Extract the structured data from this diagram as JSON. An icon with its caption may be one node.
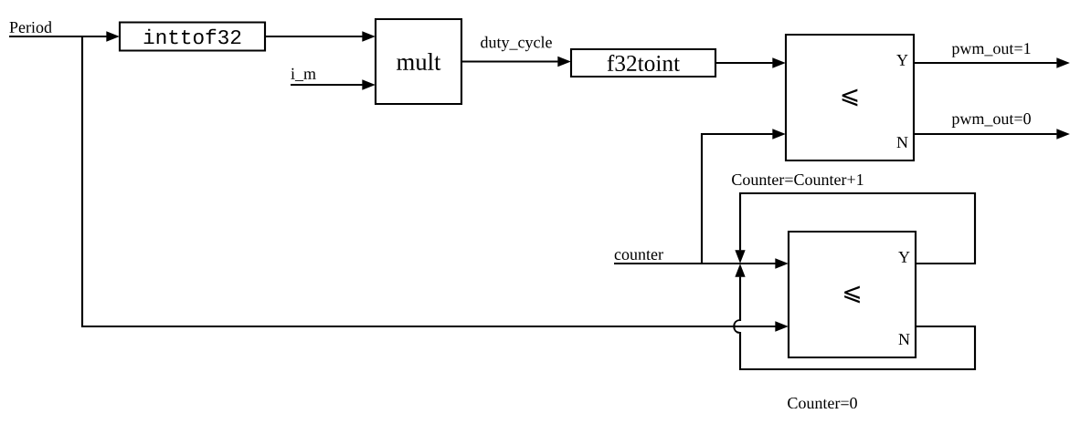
{
  "diagram": {
    "nodes": [
      {
        "text": [
          "Period"
        ]
      },
      {
        "text": [
          "inttof32"
        ]
      },
      {
        "text": [
          "i_m"
        ]
      },
      {
        "text": [
          "mult"
        ]
      },
      {
        "text": [
          "f32toint"
        ]
      },
      {
        "text": [
          "⩽",
          "Y",
          "N"
        ]
      },
      {
        "text": [
          "counter"
        ]
      },
      {
        "text": [
          "⩽",
          "Y",
          "N"
        ]
      }
    ],
    "edges": [
      {
        "from": 0,
        "to": 1,
        "arrow": "to"
      },
      {
        "from": 1,
        "to": 3,
        "arrow": "to"
      },
      {
        "from": 2,
        "to": 3,
        "arrow": "to"
      },
      {
        "from": 3,
        "to": 4,
        "arrow": "to",
        "label": "duty_cycle"
      },
      {
        "from": 4,
        "to": 5,
        "arrow": "to"
      },
      {
        "from": 5,
        "to": null,
        "arrow": "to",
        "label": "pwm_out=1"
      },
      {
        "from": 5,
        "to": null,
        "arrow": "to",
        "label": "pwm_out=0"
      },
      {
        "from": 6,
        "to": 5,
        "arrow": "to"
      },
      {
        "from": 6,
        "to": 7,
        "arrow": "to"
      },
      {
        "from": 0,
        "to": 7,
        "arrow": "to"
      },
      {
        "from": 7,
        "to": null,
        "arrow": "to",
        "label": "Counter=Counter+1"
      },
      {
        "from": 7,
        "to": null,
        "arrow": "to",
        "label": "Counter=0"
      }
    ]
  }
}
